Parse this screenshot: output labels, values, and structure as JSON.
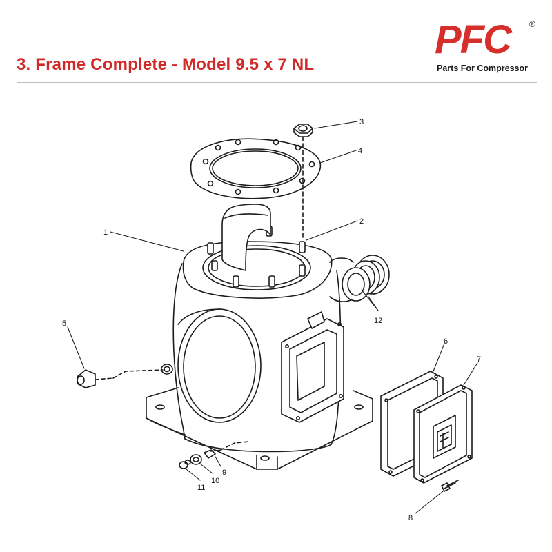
{
  "page_title": "3. Frame Complete - Model 9.5 x 7 NL",
  "brand": {
    "name": "PFC",
    "registered_mark": "®",
    "tagline": "Parts For Compressor",
    "accent_color": "#d62e2b"
  },
  "callouts": {
    "c1": "1",
    "c2": "2",
    "c3": "3",
    "c4": "4",
    "c5": "5",
    "c6": "6",
    "c7": "7",
    "c8": "8",
    "c9": "9",
    "c10": "10",
    "c11": "11",
    "c12": "12"
  }
}
